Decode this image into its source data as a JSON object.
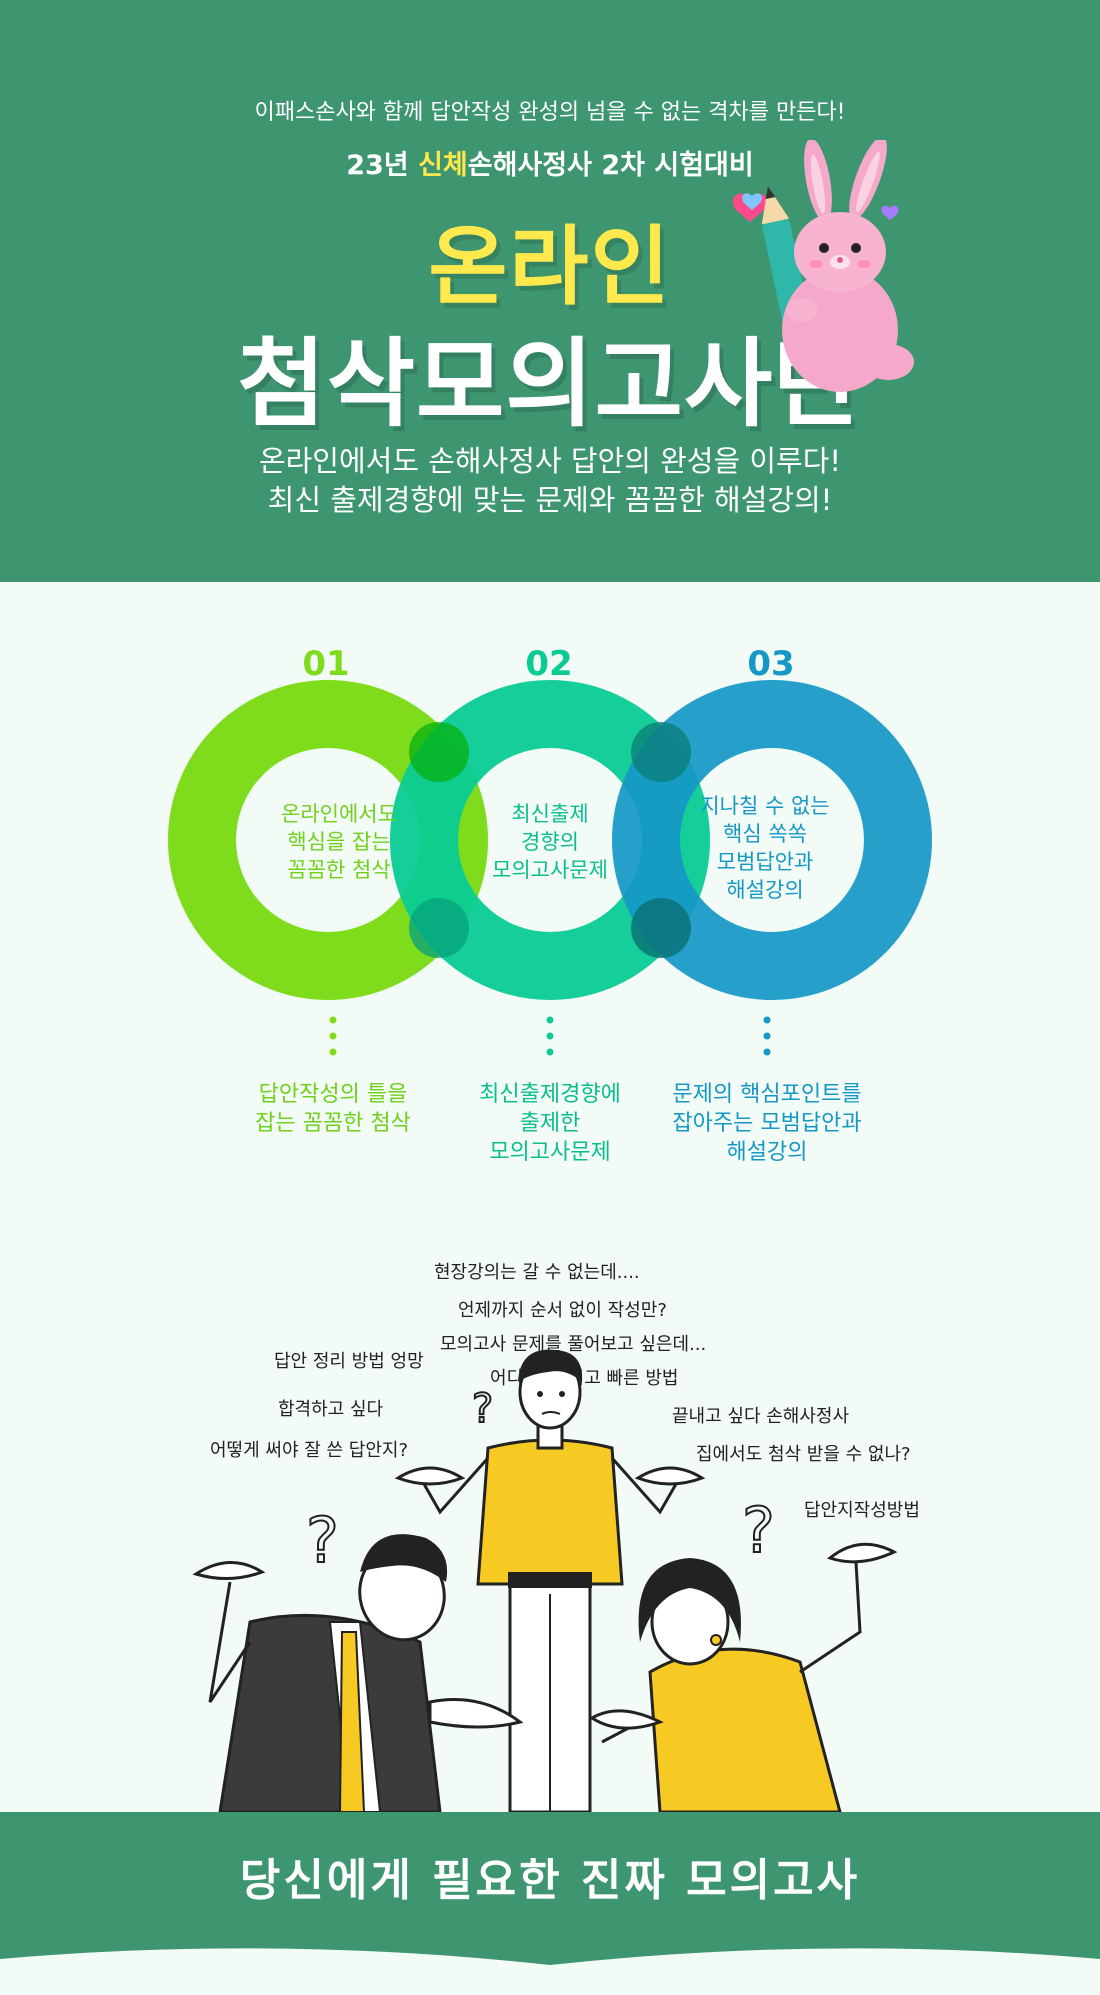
{
  "colors": {
    "hero_bg": "#3e9670",
    "title_yellow": "#ffe94d",
    "ring1": "#7fdc1c",
    "ring2": "#0acb94",
    "ring3": "#1598c6",
    "page_bg": "#f2fbf6"
  },
  "hero": {
    "tagline": "이패스손사와 함께 답안작성 완성의 넘을 수 없는 격차를 만든다!",
    "exam_prefix": "23년 ",
    "exam_highlight": "신체",
    "exam_suffix": "손해사정사 2차 시험대비",
    "title_line1": "온라인",
    "title_line2": "첨삭모의고사반",
    "sub_line1": "온라인에서도 손해사정사 답안의 완성을 이루다!",
    "sub_line2": "최신 출제경향에 맞는 문제와 꼼꼼한 해설강의!"
  },
  "features": [
    {
      "number": "01",
      "circle_text": [
        "온라인에서도",
        "핵심을 잡는",
        "꼼꼼한 첨삭"
      ],
      "caption": [
        "답안작성의 틀을",
        "잡는 꼼꼼한 첨삭"
      ]
    },
    {
      "number": "02",
      "circle_text": [
        "최신출제",
        "경향의",
        "모의고사문제"
      ],
      "caption": [
        "최신출제경향에",
        "출제한",
        "모의고사문제"
      ]
    },
    {
      "number": "03",
      "circle_text": [
        "지나칠 수 없는",
        "핵심 쏙쏙",
        "모범답안과",
        "해설강의"
      ],
      "caption": [
        "문제의 핵심포인트를",
        "잡아주는 모범답안과",
        "해설강의"
      ]
    }
  ],
  "thoughts": [
    "현장강의는 갈 수 없는데....",
    "언제까지 순서 없이 작성만?",
    "모의고사 문제를 풀어보고 싶은데...",
    "답안 정리 방법 엉망",
    "어디 없나 쉽고 빠른 방법",
    "합격하고 싶다",
    "끝내고 싶다 손해사정사",
    "어떻게 써야 잘 쓴 답안지?",
    "집에서도 첨삭 받을 수 없나?",
    "답안지작성방법"
  ],
  "footer": {
    "title": "당신에게 필요한 진짜 모의고사"
  }
}
